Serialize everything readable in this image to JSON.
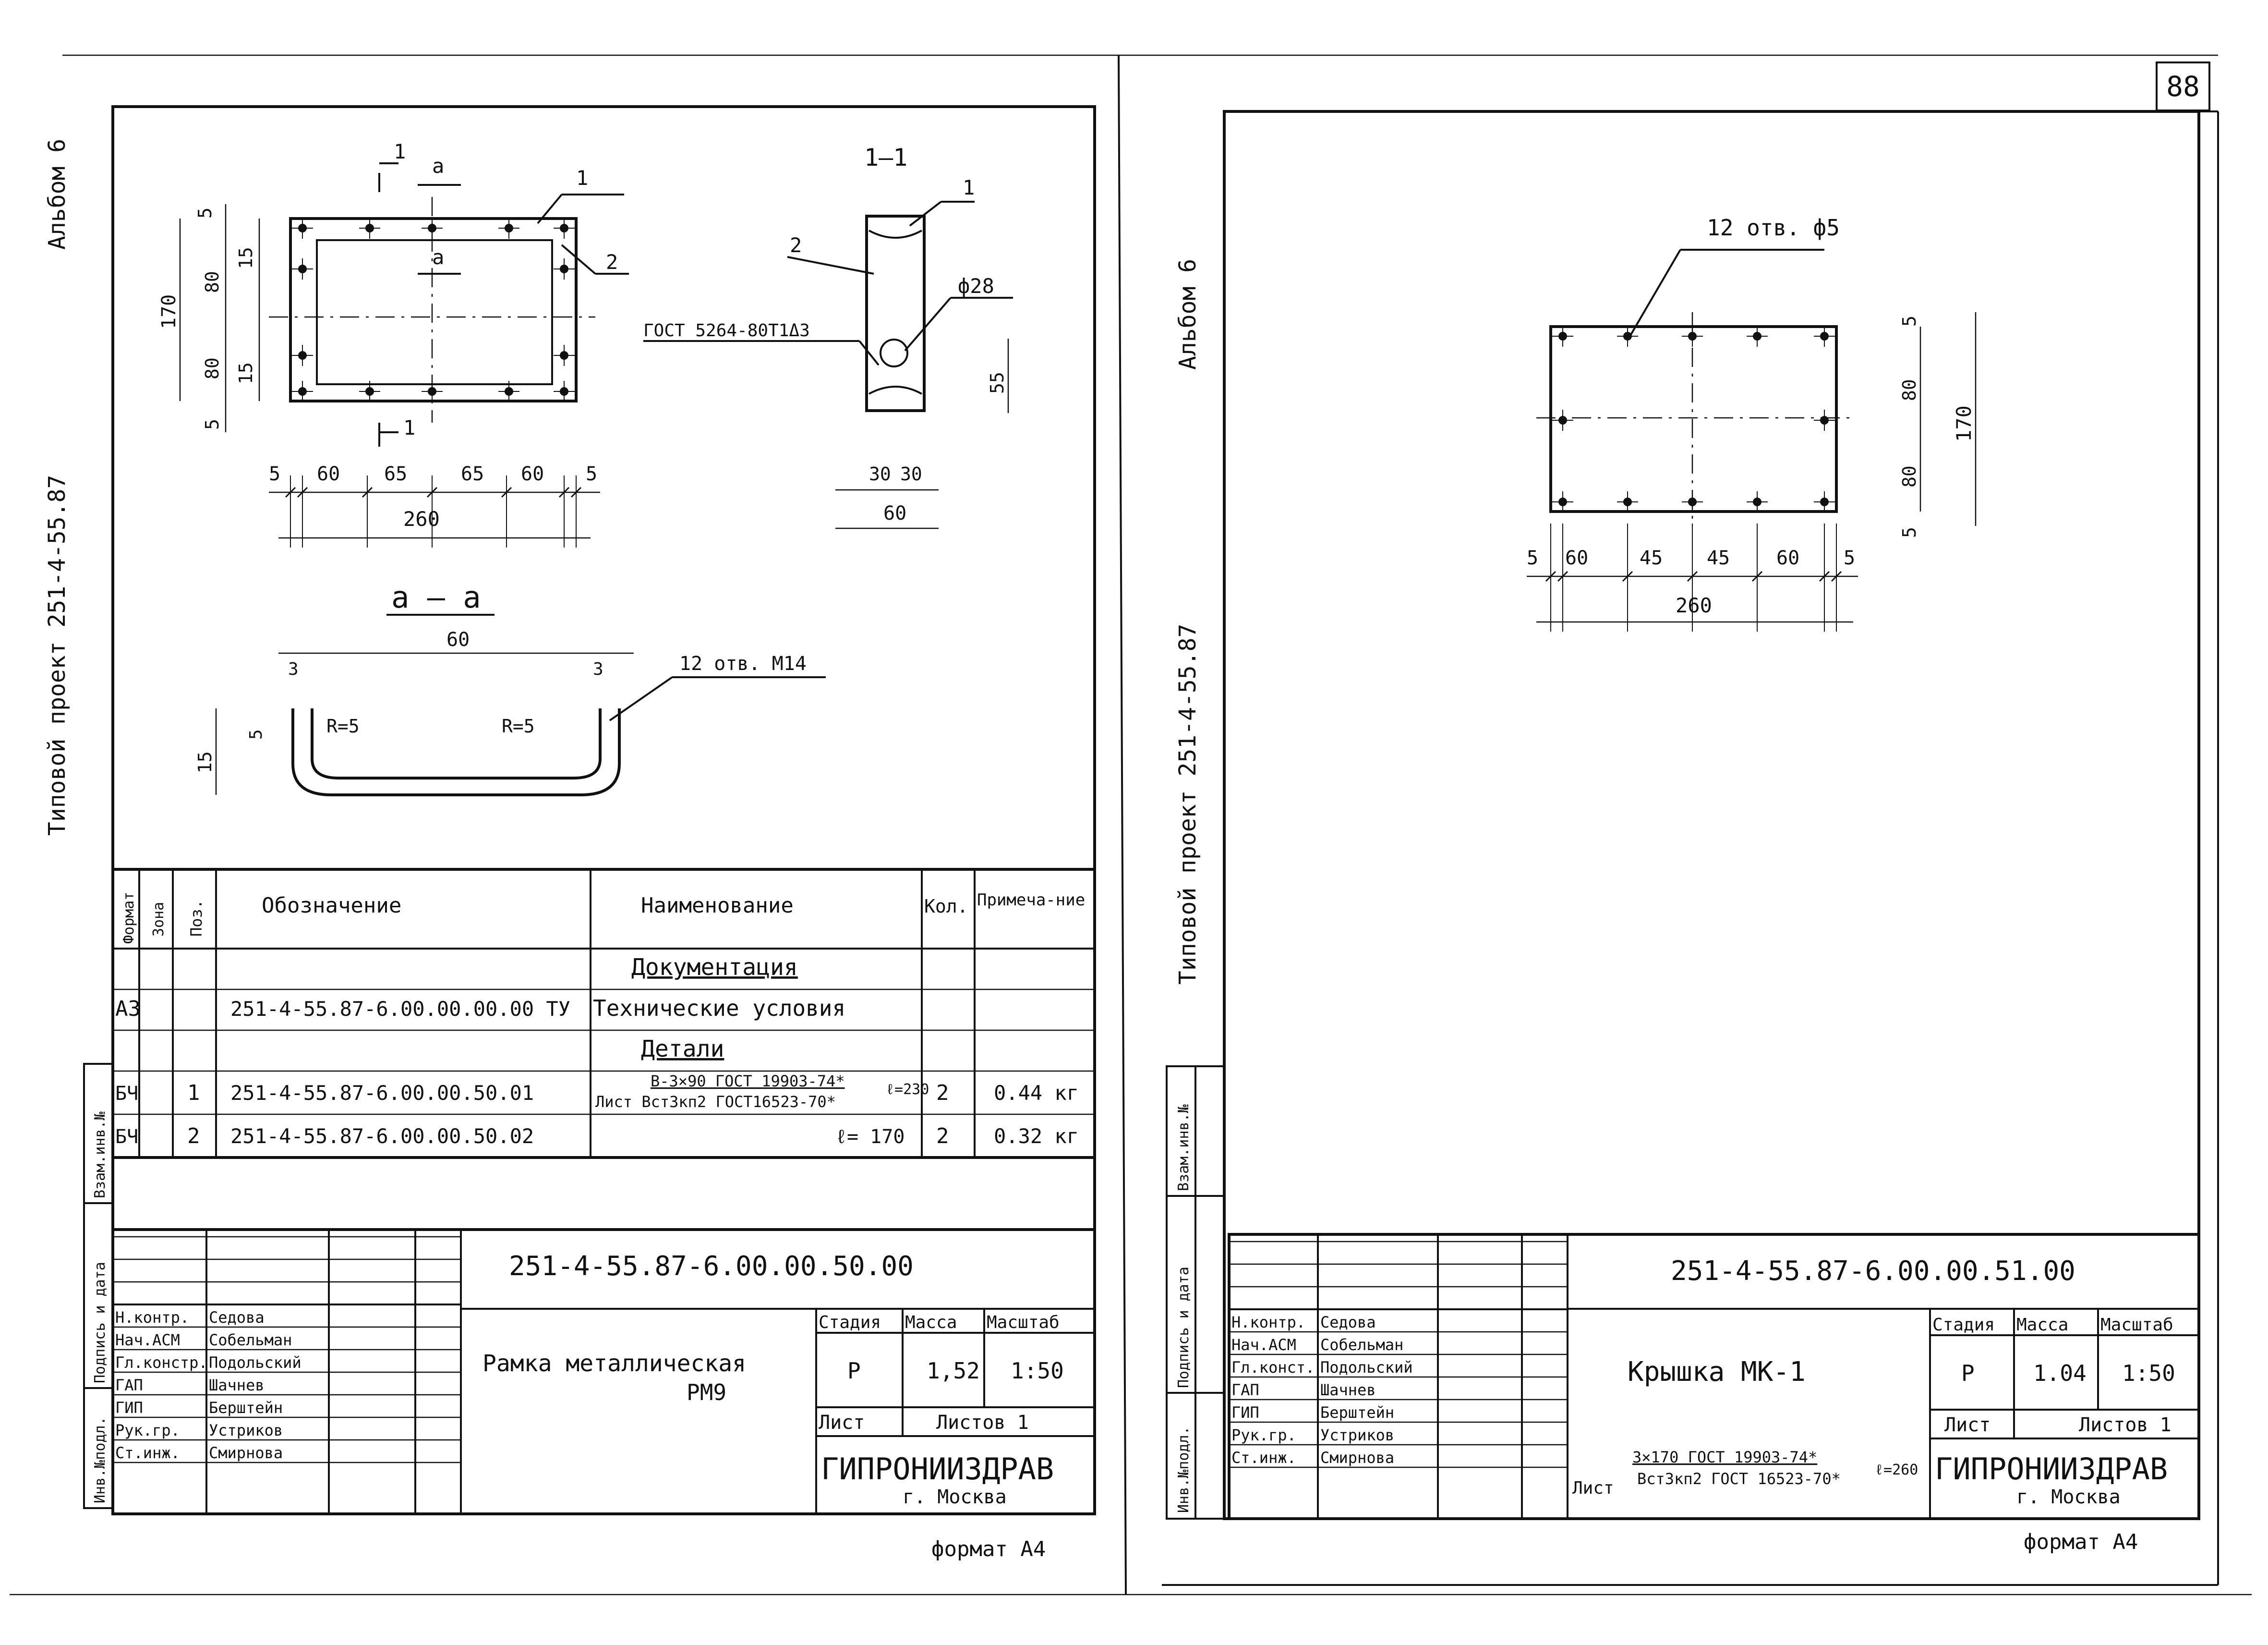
{
  "page_number": "88",
  "left_sheet": {
    "album_label": "Альбом 6",
    "project_label": "Типовой проект 251-4-55.87",
    "side_stamp": {
      "inv_podl": "Инв.№подл.",
      "podpis_data": "Подпись и дата",
      "vzam_inv": "Взам.инв.№"
    },
    "plan_view": {
      "section_marks": [
        "1",
        "1",
        "a",
        "a"
      ],
      "positions": [
        "1",
        "2"
      ],
      "dims_vertical": [
        "5",
        "15",
        "80",
        "170",
        "80",
        "15",
        "5"
      ],
      "dims_horizontal": [
        "5",
        "60",
        "65",
        "65",
        "60",
        "5"
      ],
      "overall_width": "260"
    },
    "section_1_1": {
      "title": "1—1",
      "positions": [
        "1",
        "2"
      ],
      "hole_label": "ф28",
      "steel_label": "ГОСТ 5264-80Т1Δ3",
      "dims": [
        "55",
        "30",
        "30",
        "60"
      ]
    },
    "section_a_a": {
      "title": "a — a",
      "width": "60",
      "dims": [
        "3",
        "3",
        "5",
        "15"
      ],
      "radius_left": "R=5",
      "radius_right": "R=5",
      "holes_label": "12 отв. М14"
    },
    "spec_table": {
      "headers": {
        "format": "Формат",
        "zona": "Зона",
        "poz": "Поз.",
        "oboznachenie": "Обозначение",
        "naimenovanie": "Наименование",
        "kol": "Кол.",
        "primechanie": "Примеча-ние"
      },
      "rows": [
        {
          "format": "",
          "poz": "",
          "oboz": "",
          "naim": "Документация",
          "kol": "",
          "prim": "",
          "heading": true
        },
        {
          "format": "А3",
          "poz": "",
          "oboz": "251-4-55.87-6.00.00.00.00 ТУ",
          "naim": "Технические условия",
          "kol": "",
          "prim": ""
        },
        {
          "format": "",
          "poz": "",
          "oboz": "",
          "naim": "Детали",
          "kol": "",
          "prim": "",
          "heading": true
        },
        {
          "format": "БЧ",
          "poz": "1",
          "oboz": "251-4-55.87-6.00.00.50.01",
          "naim_top": "В-3×90 ГОСТ 19903-74*",
          "naim_bot": "Лист Вст3кп2 ГОСТ16523-70*",
          "naim_len": "ℓ=230",
          "kol": "2",
          "prim": "0.44 кг"
        },
        {
          "format": "БЧ",
          "poz": "2",
          "oboz": "251-4-55.87-6.00.00.50.02",
          "naim": "ℓ= 170",
          "kol": "2",
          "prim": "0.32 кг"
        }
      ]
    },
    "title_block": {
      "designation": "251-4-55.87-6.00.00.50.00",
      "roles": [
        "Н.контр.",
        "Нач.АСМ",
        "Гл.констр.",
        "ГАП",
        "ГИП",
        "Рук.гр.",
        "Ст.инж."
      ],
      "names": [
        "Седова",
        "Собельман",
        "Подольский",
        "Шачнев",
        "Берштейн",
        "Устриков",
        "Смирнова"
      ],
      "title_line1": "Рамка металлическая",
      "title_line2": "РМ9",
      "stadiya_label": "Стадия",
      "massa_label": "Масса",
      "masshtab_label": "Масштаб",
      "stadiya": "Р",
      "massa": "1,52",
      "masshtab": "1:50",
      "list_label": "Лист",
      "listov_label": "Листов 1",
      "org": "ГИПРОНИИЗДРАВ",
      "city": "г. Москва"
    },
    "format_label": "формат А4"
  },
  "right_sheet": {
    "album_label": "Альбом 6",
    "project_label": "Типовой проект 251-4-55.87",
    "side_stamp": {
      "inv_podl": "Инв.№подл.",
      "podpis_data": "Подпись и дата",
      "vzam_inv": "Взам.инв.№"
    },
    "plan_view": {
      "holes_label": "12 отв. ф5",
      "dims_vertical": [
        "5",
        "80",
        "170",
        "80",
        "5"
      ],
      "dims_horizontal": [
        "5",
        "60",
        "45",
        "45",
        "60",
        "5"
      ],
      "overall_width": "260"
    },
    "title_block": {
      "designation": "251-4-55.87-6.00.00.51.00",
      "roles": [
        "Н.контр.",
        "Нач.АСМ",
        "Гл.конст.",
        "ГАП",
        "ГИП",
        "Рук.гр.",
        "Ст.инж."
      ],
      "names": [
        "Седова",
        "Собельман",
        "Подольский",
        "Шачнев",
        "Берштейн",
        "Устриков",
        "Смирнова"
      ],
      "title": "Крышка МК-1",
      "material_top": "3×170 ГОСТ 19903-74*",
      "material_bot": "Вст3кп2 ГОСТ 16523-70*",
      "material_prefix": "Лист",
      "material_len": "ℓ=260",
      "stadiya_label": "Стадия",
      "massa_label": "Масса",
      "masshtab_label": "Масштаб",
      "stadiya": "Р",
      "massa": "1.04",
      "masshtab": "1:50",
      "list_label": "Лист",
      "listov_label": "Листов 1",
      "org": "ГИПРОНИИЗДРАВ",
      "city": "г. Москва"
    },
    "format_label": "формат А4"
  }
}
